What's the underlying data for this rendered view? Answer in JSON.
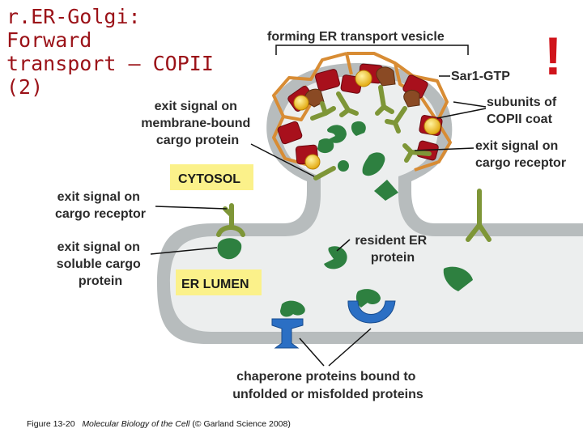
{
  "slide": {
    "title_lines": [
      "r.ER-Golgi:",
      "Forward",
      "transport – COPII",
      "(2)"
    ],
    "exclamation": "!"
  },
  "diagram": {
    "labels": {
      "forming_vesicle": "forming ER transport vesicle",
      "sar1": "Sar1-GTP",
      "copii_subunits": [
        "subunits of",
        "COPII coat"
      ],
      "exit_signal_receptor_right": [
        "exit signal on",
        "cargo receptor"
      ],
      "exit_signal_membrane_cargo": [
        "exit signal on",
        "membrane-bound",
        "cargo protein"
      ],
      "cytosol": "CYTOSOL",
      "exit_signal_receptor_left": [
        "exit signal on",
        "cargo receptor"
      ],
      "exit_signal_soluble_cargo": [
        "exit signal on",
        "soluble cargo",
        "protein"
      ],
      "resident_er_protein": [
        "resident ER",
        "protein"
      ],
      "er_lumen": "ER LUMEN",
      "chaperones": [
        "chaperone proteins bound to",
        "unfolded or misfolded proteins"
      ]
    },
    "colors": {
      "membrane": "#b7bcbd",
      "lumen": "#eceeee",
      "copii_coat": "#a8101c",
      "sar1": "#f2c01c",
      "cargo": "#2e8040",
      "receptor": "#7e9637",
      "chaperone": "#2b6fc4",
      "tag_bg": "#fbf18a"
    }
  },
  "caption": {
    "prefix": "Figure 13-20",
    "book": "Molecular Biology of the Cell",
    "suffix": "(© Garland Science 2008)"
  }
}
